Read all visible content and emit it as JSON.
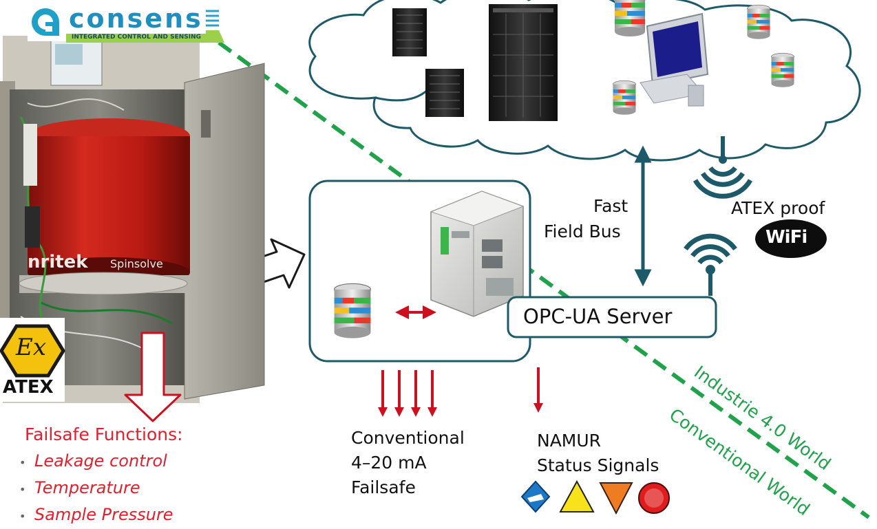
{
  "logo": {
    "name": "consens",
    "tagline": "INTEGRATED CONTROL AND SENSING"
  },
  "analyzer": {
    "brand": "nritek",
    "model": "Spinsolve"
  },
  "atex_badge": {
    "symbol": "Ex",
    "label": "ATEX"
  },
  "failsafe": {
    "title": "Failsafe Functions:",
    "items": [
      "Leakage control",
      "Temperature",
      "Sample Pressure"
    ]
  },
  "bus": {
    "line1": "Fast",
    "line2": "Field Bus"
  },
  "atex_proof": {
    "label": "ATEX proof",
    "wifi_badge": "WiFi"
  },
  "opc": {
    "label": "OPC-UA Server"
  },
  "conventional_out": {
    "lines": [
      "Conventional",
      "4–20 mA",
      "Failsafe"
    ]
  },
  "namur": {
    "line1": "NAMUR",
    "line2": "Status Signals",
    "icons": [
      "maintenance-oilcan-icon",
      "check-function-icon",
      "out-of-spec-icon",
      "failure-icon"
    ]
  },
  "world_labels": {
    "industrie": "Industrie 4.0 World",
    "conventional": "Conventional World"
  },
  "colors": {
    "accent_teal": "#1c5a6a",
    "arrow_red": "#cc1020",
    "text_red": "#e0202e",
    "world_green": "#1fa24a",
    "cabinet_red": "#c21a14"
  }
}
